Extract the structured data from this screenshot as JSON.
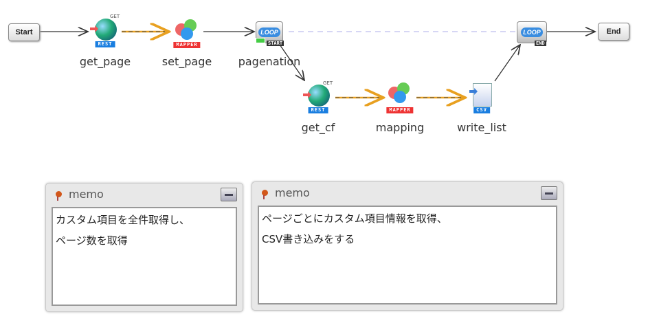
{
  "flow": {
    "start": "Start",
    "end": "End",
    "nodes": [
      {
        "name": "get_page",
        "type": "REST",
        "method": "GET"
      },
      {
        "name": "set_page",
        "type": "MAPPER"
      },
      {
        "name": "pagenation",
        "type": "LOOP",
        "tag": "START"
      },
      {
        "name": "get_cf",
        "type": "REST",
        "method": "GET"
      },
      {
        "name": "mapping",
        "type": "MAPPER"
      },
      {
        "name": "write_list",
        "type": "CSV"
      }
    ],
    "loop_end": {
      "type": "LOOP",
      "tag": "END"
    }
  },
  "memos": [
    {
      "title": "memo",
      "text": "カスタム項目を全件取得し、\nページ数を取得"
    },
    {
      "title": "memo",
      "text": "ページごとにカスタム項目情報を取得、\nCSV書き込みをする"
    }
  ]
}
